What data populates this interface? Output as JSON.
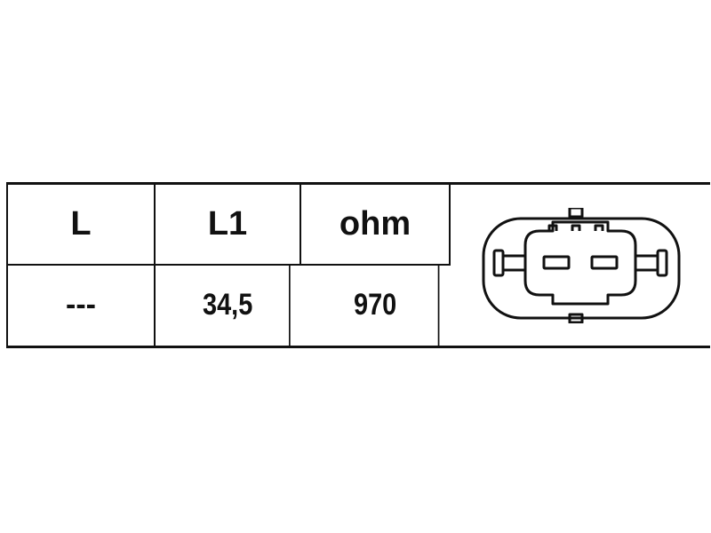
{
  "table": {
    "headers": [
      "L",
      "L1",
      "ohm"
    ],
    "values": [
      "---",
      "34,5",
      "970"
    ]
  },
  "connector": {
    "icon": "two-pin-connector-icon",
    "pin_count": 2,
    "stroke_color": "#111111"
  }
}
